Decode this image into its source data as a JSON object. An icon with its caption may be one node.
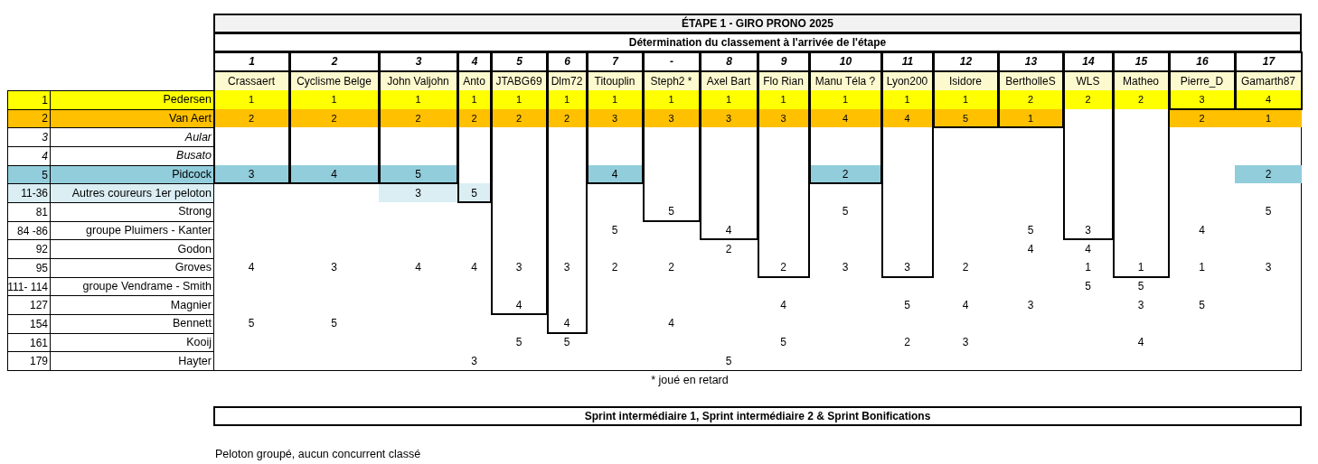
{
  "diagram": {
    "title": "ÉTAPE 1 - GIRO PRONO 2025",
    "labels": [
      "Détermination du classement à l'arrivée de l'étape",
      "1",
      "2",
      "3",
      "4",
      "5",
      "6",
      "7",
      "-",
      "8",
      "9",
      "10",
      "11",
      "12",
      "13",
      "14",
      "15",
      "16",
      "17",
      "Crassaert",
      "Cyclisme Belge",
      "John Valjohn",
      "Anto",
      "JTABG69",
      "Dlm72",
      "Titouplin",
      "Steph2 *",
      "Axel Bart",
      "Flo Rian",
      "Manu Téla ?",
      "Lyon200",
      "Isidore",
      "BertholleS",
      "WLS",
      "Matheo",
      "Pierre_D",
      "Gamarth87",
      "1",
      "Pedersen",
      "1",
      "1",
      "1",
      "1",
      "1",
      "1",
      "1",
      "1",
      "1",
      "1",
      "1",
      "1",
      "1",
      "2",
      "2",
      "2",
      "3",
      "4",
      "2",
      "Van Aert",
      "2",
      "2",
      "2",
      "2",
      "2",
      "2",
      "3",
      "3",
      "3",
      "3",
      "4",
      "4",
      "5",
      "1",
      "2",
      "1",
      "3",
      "Aular",
      "4",
      "Busato",
      "5",
      "Pidcock",
      "3",
      "4",
      "5",
      "4",
      "2",
      "2",
      "11-36",
      "Autres coureurs 1er peloton",
      "3",
      "5",
      "81",
      "Strong",
      "5",
      "5",
      "5",
      "84 -86",
      "groupe Pluimers - Kanter",
      "5",
      "4",
      "5",
      "3",
      "4",
      "92",
      "Godon",
      "2",
      "4",
      "4",
      "95",
      "Groves",
      "4",
      "3",
      "4",
      "4",
      "3",
      "3",
      "2",
      "2",
      "2",
      "3",
      "3",
      "2",
      "1",
      "1",
      "1",
      "3",
      "111- 114",
      "groupe Vendrame - Smith",
      "5",
      "5",
      "127",
      "Magnier",
      "4",
      "4",
      "5",
      "4",
      "3",
      "3",
      "5",
      "154",
      "Bennett",
      "5",
      "5",
      "4",
      "4",
      "161",
      "Kooij",
      "5",
      "5",
      "5",
      "2",
      "3",
      "4",
      "179",
      "Hayter",
      "3",
      "5",
      "* joué en retard",
      "Sprint intermédiaire 1, Sprint intermédiaire 2 & Sprint Bonifications",
      "Peloton groupé, aucun concurrent classé"
    ]
  }
}
